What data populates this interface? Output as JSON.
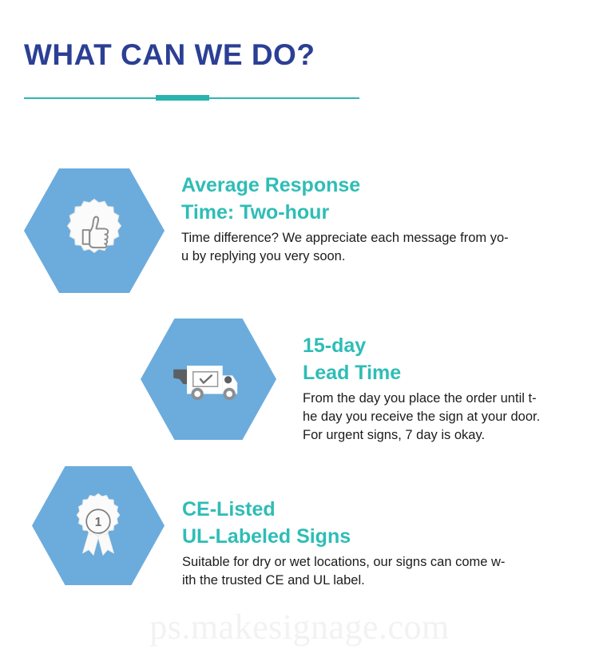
{
  "header": {
    "title": "WHAT CAN WE DO?",
    "title_color": "#2b3f94",
    "divider_color": "#2fb6b0"
  },
  "theme": {
    "hex_blue": "#6bacdc",
    "heading_teal": "#2ebdb6",
    "body_text": "#1c1c1c",
    "background": "#ffffff",
    "watermark_color": "#f2f2f2"
  },
  "features": [
    {
      "icon": "thumbs-up-badge-icon",
      "heading_line1": "Average Response",
      "heading_line2": "Time: Two-hour",
      "body_line1": "Time difference? We appreciate each message from yo-",
      "body_line2": "u by replying you very soon.",
      "body_line3": ""
    },
    {
      "icon": "delivery-truck-icon",
      "heading_line1": "15-day",
      "heading_line2": "Lead Time",
      "body_line1": "From the day you place the order until t-",
      "body_line2": "he day you receive the sign at your door.",
      "body_line3": "For urgent signs, 7 day is okay."
    },
    {
      "icon": "award-ribbon-icon",
      "heading_line1": "CE-Listed",
      "heading_line2": "UL-Labeled Signs",
      "body_line1": "Suitable for dry or wet locations, our signs can come w-",
      "body_line2": "ith the trusted CE and UL label.",
      "body_line3": ""
    }
  ],
  "award_badge_number": "1",
  "watermark": "ps.makesignage.com"
}
